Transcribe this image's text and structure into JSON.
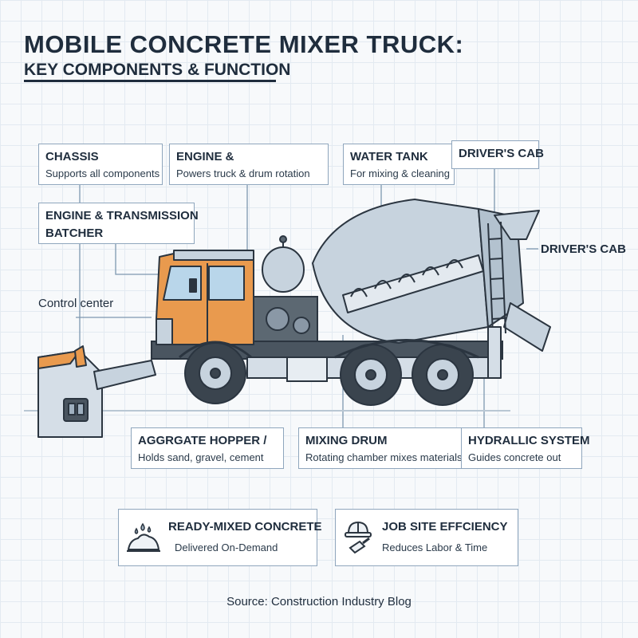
{
  "header": {
    "title": "MOBILE CONCRETE MIXER TRUCK:",
    "subtitle": "KEY COMPONENTS & FUNCTION"
  },
  "callouts": {
    "chassis": {
      "title": "CHASSIS",
      "desc": "Supports all components"
    },
    "engine": {
      "title": "ENGINE &",
      "desc": "Powers truck & drum rotation"
    },
    "water_tank": {
      "title": "WATER TANK",
      "desc": "For mixing & cleaning"
    },
    "drivers_cab_top": {
      "title": "DRIVER'S CAB"
    },
    "engine_transmission": {
      "line1": "ENGINE & TRANSMISSION",
      "line2": "BATCHER"
    },
    "drivers_cab_right": {
      "title": "DRIVER'S CAB"
    },
    "control_center": {
      "title": "Control center"
    },
    "aggregate_hopper": {
      "title": "AGGRGATE HOPPER /",
      "desc": "Holds sand, gravel, cement"
    },
    "mixing_drum": {
      "title": "MIXING DRUM",
      "desc": "Rotating chamber mixes materials"
    },
    "hydraulic_system": {
      "title": "HYDRALLIC SYSTEM",
      "desc": "Guides concrete out"
    }
  },
  "benefits": {
    "ready_mixed": {
      "title": "READY-MIXED CONCRETE",
      "desc": "Delivered On-Demand",
      "icon": "concrete-pile-icon"
    },
    "job_site": {
      "title": "JOB SITE EFFCIENCY",
      "desc": "Reduces Labor & Time",
      "icon": "hardhat-trowel-icon"
    }
  },
  "footer": {
    "source": "Source: Construction Industry Blog"
  },
  "colors": {
    "cab": "#e99a4e",
    "drum": "#c7d3de",
    "outline": "#2b3540",
    "chassis": "#4a5560",
    "box_border": "#8fa6bd"
  }
}
